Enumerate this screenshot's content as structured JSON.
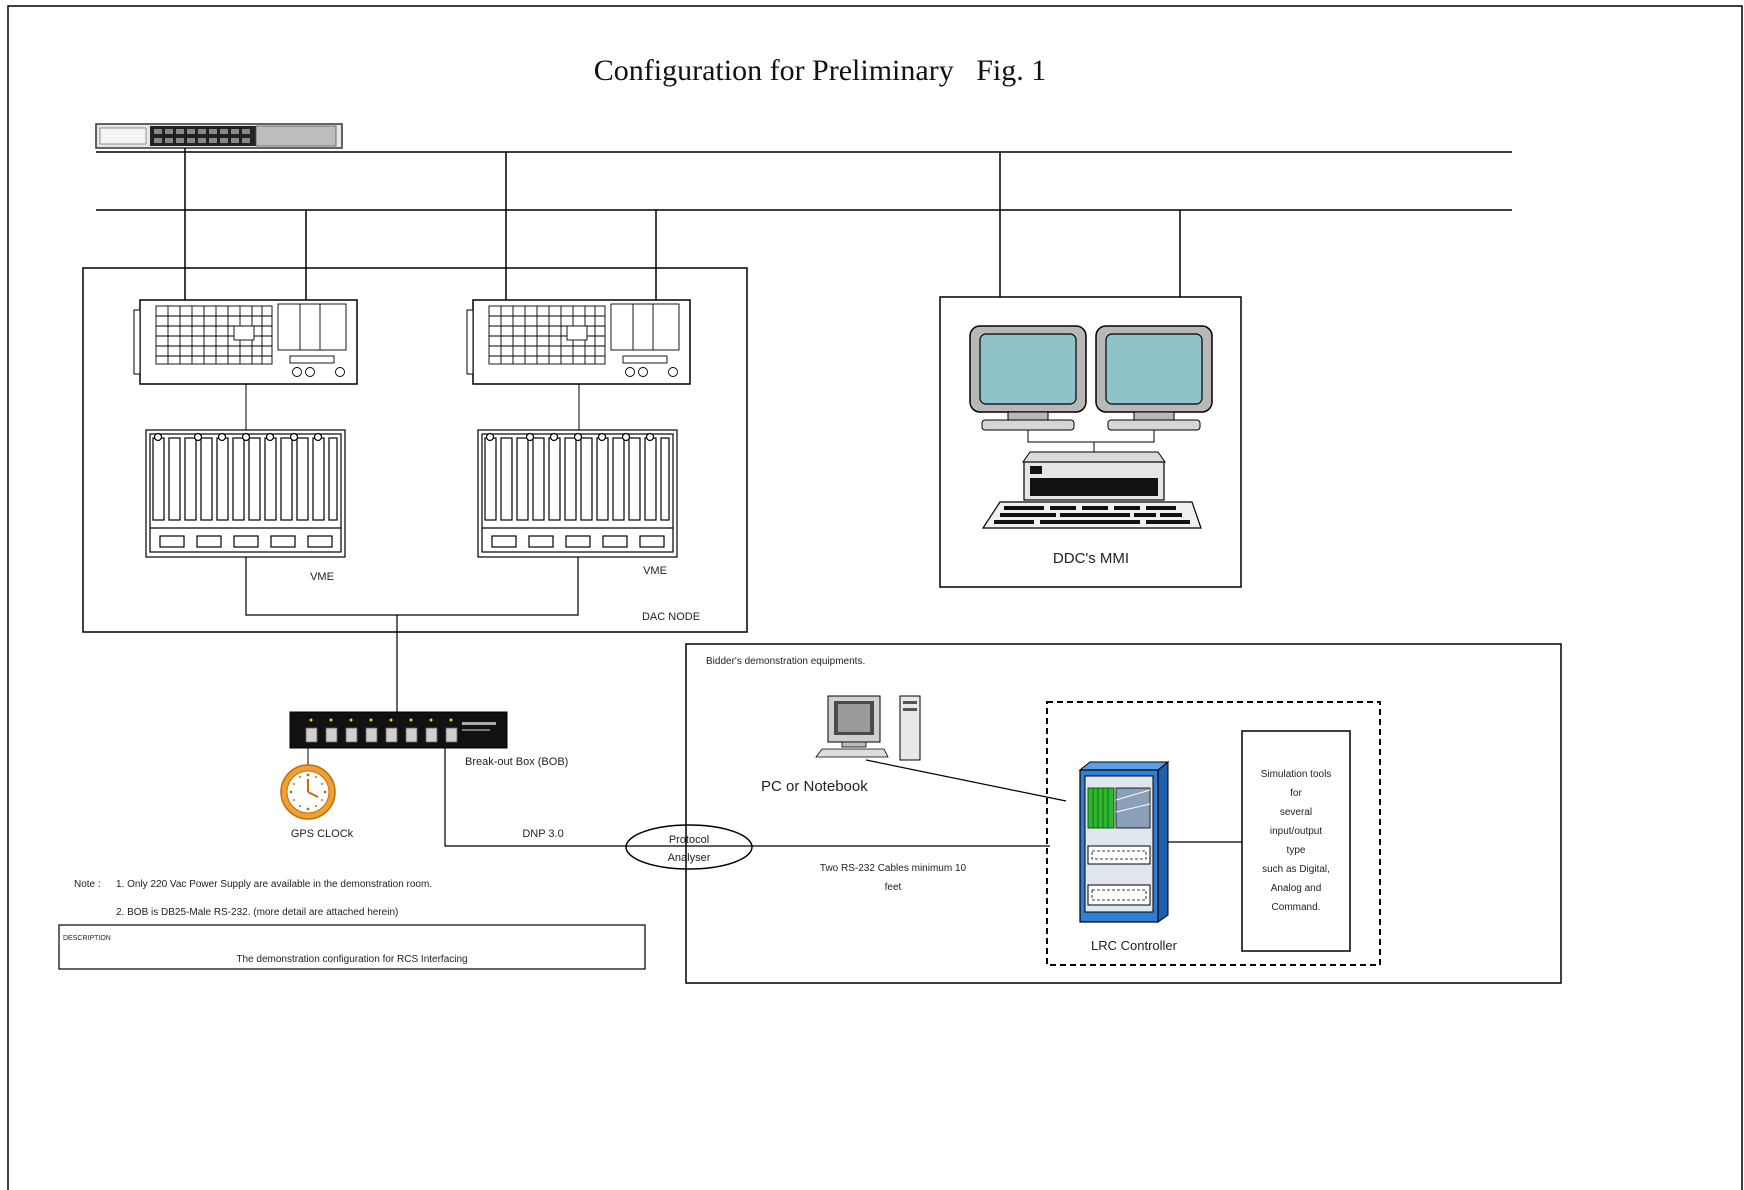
{
  "title": "Configuration for Preliminary   Fig. 1",
  "labels": {
    "vme_left": "VME",
    "vme_right": "VME",
    "dac_node": "DAC NODE",
    "ddc_mmi": "DDC's MMI",
    "bob": "Break-out Box (BOB)",
    "gps_clock": "GPS CLOCk",
    "dnp": "DNP 3.0",
    "protocol_line1": "Protocol",
    "protocol_line2": "Analyser",
    "bidder": "Bidder's demonstration equipments.",
    "pc": "PC or Notebook",
    "cables_line1": "Two RS-232 Cables  minimum 10",
    "cables_line2": "feet",
    "lrc": "LRC Controller",
    "sim_lines": [
      "Simulation tools",
      "for",
      "several",
      "input/output",
      "type",
      "such as Digital,",
      "Analog and",
      "Command."
    ]
  },
  "notes": {
    "note_prefix": "Note :",
    "note1": "1. Only 220 Vac Power Supply are available in the demonstration room.",
    "note2": "2. BOB is DB25-Male RS-232. (more detail are attached herein)"
  },
  "description_box": {
    "header": "DESCRIPTION",
    "text": "The demonstration configuration for RCS Interfacing"
  },
  "colors": {
    "line": "#000000",
    "monitor_screen": "#8fc3c8",
    "monitor_body": "#b8b8b8",
    "rack_blue": "#2f7fd6",
    "card_green": "#2fb52f",
    "clock_orange": "#f0a030"
  }
}
